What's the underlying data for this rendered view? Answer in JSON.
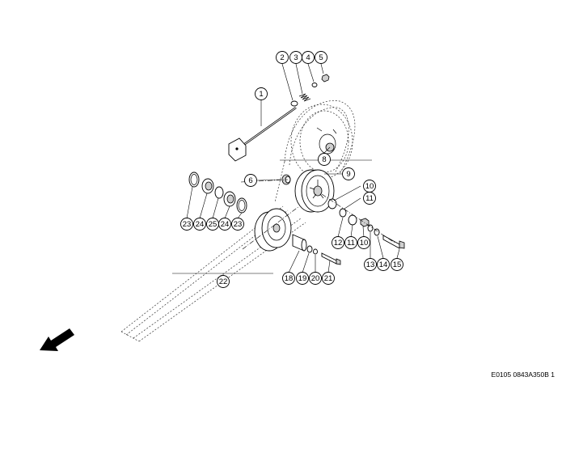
{
  "reference_code": "E0105 0843A350B 1",
  "icons": {
    "direction_arrow": "arrow-down-left-icon"
  },
  "callouts": [
    {
      "id": "c1",
      "label": "1"
    },
    {
      "id": "c2",
      "label": "2"
    },
    {
      "id": "c3",
      "label": "3"
    },
    {
      "id": "c4",
      "label": "4"
    },
    {
      "id": "c5",
      "label": "5"
    },
    {
      "id": "c6",
      "label": "6"
    },
    {
      "id": "c8",
      "label": "8"
    },
    {
      "id": "c9",
      "label": "9"
    },
    {
      "id": "c10a",
      "label": "10"
    },
    {
      "id": "c11a",
      "label": "11"
    },
    {
      "id": "c12",
      "label": "12"
    },
    {
      "id": "c11b",
      "label": "11"
    },
    {
      "id": "c10b",
      "label": "10"
    },
    {
      "id": "c13",
      "label": "13"
    },
    {
      "id": "c14",
      "label": "14"
    },
    {
      "id": "c15",
      "label": "15"
    },
    {
      "id": "c18",
      "label": "18"
    },
    {
      "id": "c19",
      "label": "19"
    },
    {
      "id": "c20",
      "label": "20"
    },
    {
      "id": "c21",
      "label": "21"
    },
    {
      "id": "c22",
      "label": "22"
    },
    {
      "id": "c23a",
      "label": "23"
    },
    {
      "id": "c24a",
      "label": "24"
    },
    {
      "id": "c25",
      "label": "25"
    },
    {
      "id": "c24b",
      "label": "24"
    },
    {
      "id": "c23b",
      "label": "23"
    }
  ]
}
